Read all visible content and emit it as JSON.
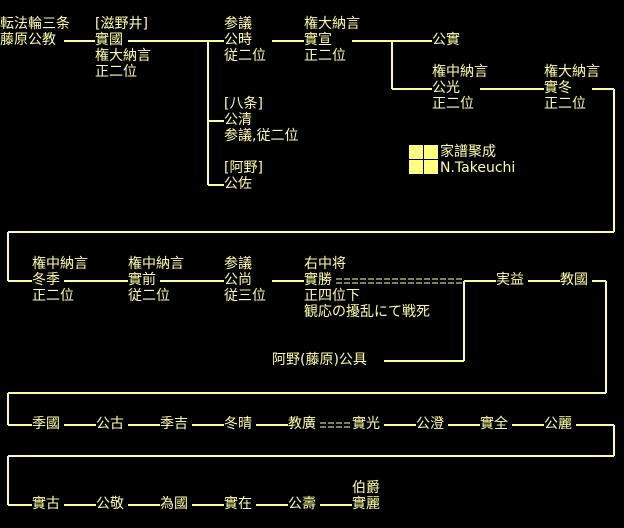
{
  "colors": {
    "background": "#000000",
    "text": "#ffffa0",
    "line": "#ffffa0",
    "logo": "#ffff80"
  },
  "credit": {
    "line1": "家譜聚成",
    "line2": "N.Takeuchi"
  },
  "persons": {
    "kinsue": {
      "l1": "転法輪三条",
      "l2": "藤原公教"
    },
    "sanekuni": {
      "l1": "[滋野井]",
      "l2": "實國",
      "l3": "権大納言",
      "l4": "正二位"
    },
    "kintoki": {
      "l1": "参議",
      "l2": "公時",
      "l3": "従二位"
    },
    "sanenobu": {
      "l1": "権大納言",
      "l2": "實宣",
      "l3": "正二位"
    },
    "kinzane": {
      "l1": "公實"
    },
    "kinmitsu": {
      "l1": "権中納言",
      "l2": "公光",
      "l3": "正二位"
    },
    "sanefuyu": {
      "l1": "権大納言",
      "l2": "實冬",
      "l3": "正二位"
    },
    "kinkiyo": {
      "l1": "[八条]",
      "l2": "公清",
      "l3": "参議,従二位"
    },
    "kinsuke": {
      "l1": "[阿野]",
      "l2": "公佐"
    },
    "fuyusue": {
      "l1": "権中納言",
      "l2": "冬季",
      "l3": "正二位"
    },
    "sanemae": {
      "l1": "権中納言",
      "l2": "實前",
      "l3": "従二位"
    },
    "kinnao": {
      "l1": "参議",
      "l2": "公尚",
      "l3": "従三位"
    },
    "sanekatsu": {
      "l1": "右中将",
      "l2": "實勝",
      "l3": "正四位下",
      "l4": "観応の擾乱にて戦死"
    },
    "saneeki": {
      "l1": "実益"
    },
    "norikuni": {
      "l1": "教國"
    },
    "kintomo": {
      "l1": "阿野(藤原)公具"
    },
    "suekuni": {
      "l1": "季國"
    },
    "kinfuru": {
      "l1": "公古"
    },
    "sueyoshi": {
      "l1": "季吉"
    },
    "fuyuharu": {
      "l1": "冬晴"
    },
    "norihiro": {
      "l1": "教廣"
    },
    "sanemitsu": {
      "l1": "實光"
    },
    "kinsumi": {
      "l1": "公澄"
    },
    "sanezen": {
      "l1": "實全"
    },
    "kinrei": {
      "l1": "公麗"
    },
    "sanefuru": {
      "l1": "實古"
    },
    "kintaka": {
      "l1": "公敬"
    },
    "tamekuni": {
      "l1": "為國"
    },
    "saneari": {
      "l1": "實在"
    },
    "kinhisa": {
      "l1": "公壽"
    },
    "sanenaru": {
      "l1": "伯爵",
      "l2": "實麗"
    }
  }
}
